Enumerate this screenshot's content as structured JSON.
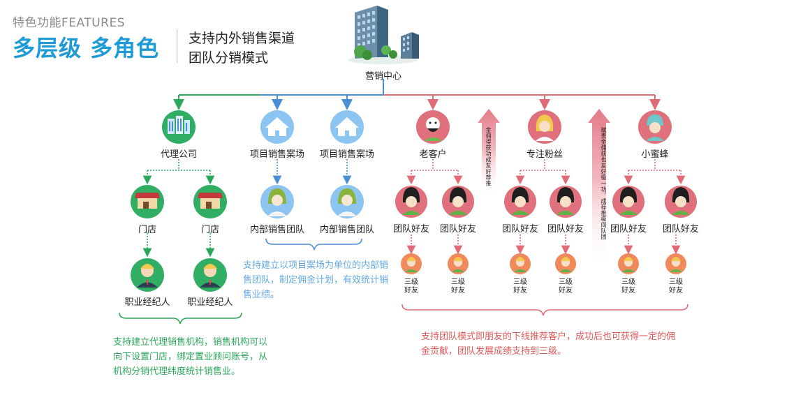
{
  "header": {
    "features": "特色功能FEATURES",
    "headline": "多层级 多角色",
    "subtitle_line1": "支持内外销售渠道",
    "subtitle_line2": "团队分销模式"
  },
  "root": {
    "label": "营销中心"
  },
  "agency": {
    "company": "代理公司",
    "store": "门店",
    "broker": "职业经纪人",
    "description": "支持建立代理销售机构，销售机构可以向下设置门店，绑定置业顾问账号，从机构分销代理纬度统计销售业。"
  },
  "project": {
    "case_field": "项目销售案场",
    "inner_team": "内部销售团队",
    "description": "支持建立以项目案场为单位的内部销售团队，制定佣金计划，有效统计销售业绩。"
  },
  "team": {
    "old_customer": "老客户",
    "fans": "专注粉丝",
    "bee": "小蜜蜂",
    "team_friend": "团队好友",
    "third_friend": "三级好友",
    "arrow1_text": "金佣得获功成友好荐推",
    "arrow2_text": "赋责金佣获也友好级一功，成荐推级间队团",
    "description": "支持团队模式即朋友的下线推荐客户，成功后也可获得一定的佣金贡献，团队发展成绩支持到三级。"
  },
  "colors": {
    "green": "#2ca85c",
    "blue": "#4a8fd6",
    "red": "#e06c78",
    "title_blue": "#1e9ad6"
  },
  "icons": {
    "building": "building-icon",
    "company": "company-building-icon",
    "house": "house-icon",
    "shop": "shop-icon",
    "person": "person-avatar-icon"
  }
}
